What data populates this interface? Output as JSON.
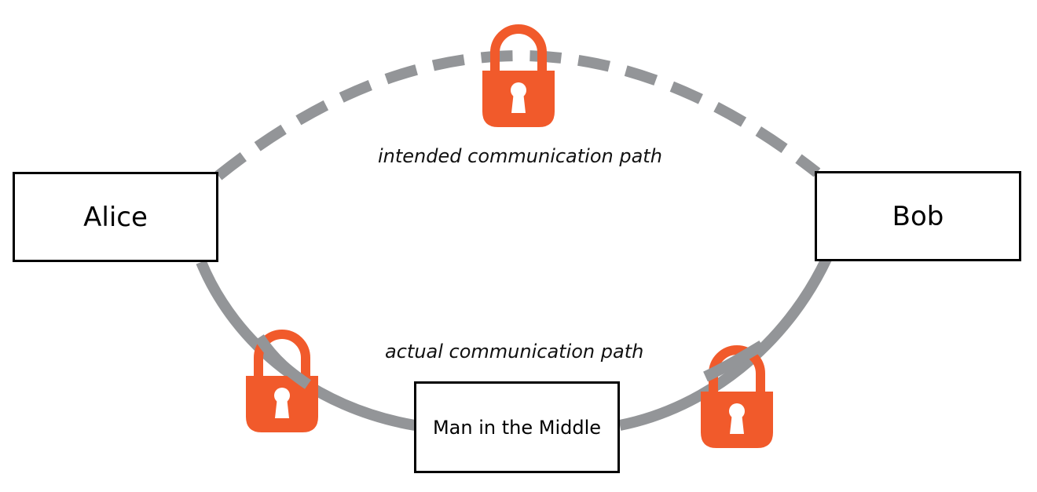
{
  "diagram": {
    "nodes": {
      "alice": "Alice",
      "bob": "Bob",
      "mitm": "Man in the Middle"
    },
    "paths": {
      "intended": {
        "label": "intended communication path",
        "style": "dashed"
      },
      "actual": {
        "label": "actual communication path",
        "style": "solid"
      }
    },
    "icons": {
      "lock_top": "lock-icon",
      "lock_left": "lock-icon",
      "lock_right": "lock-icon"
    },
    "colors": {
      "path": "#939598",
      "lock": "#f15a2b",
      "box_border": "#000000"
    }
  }
}
